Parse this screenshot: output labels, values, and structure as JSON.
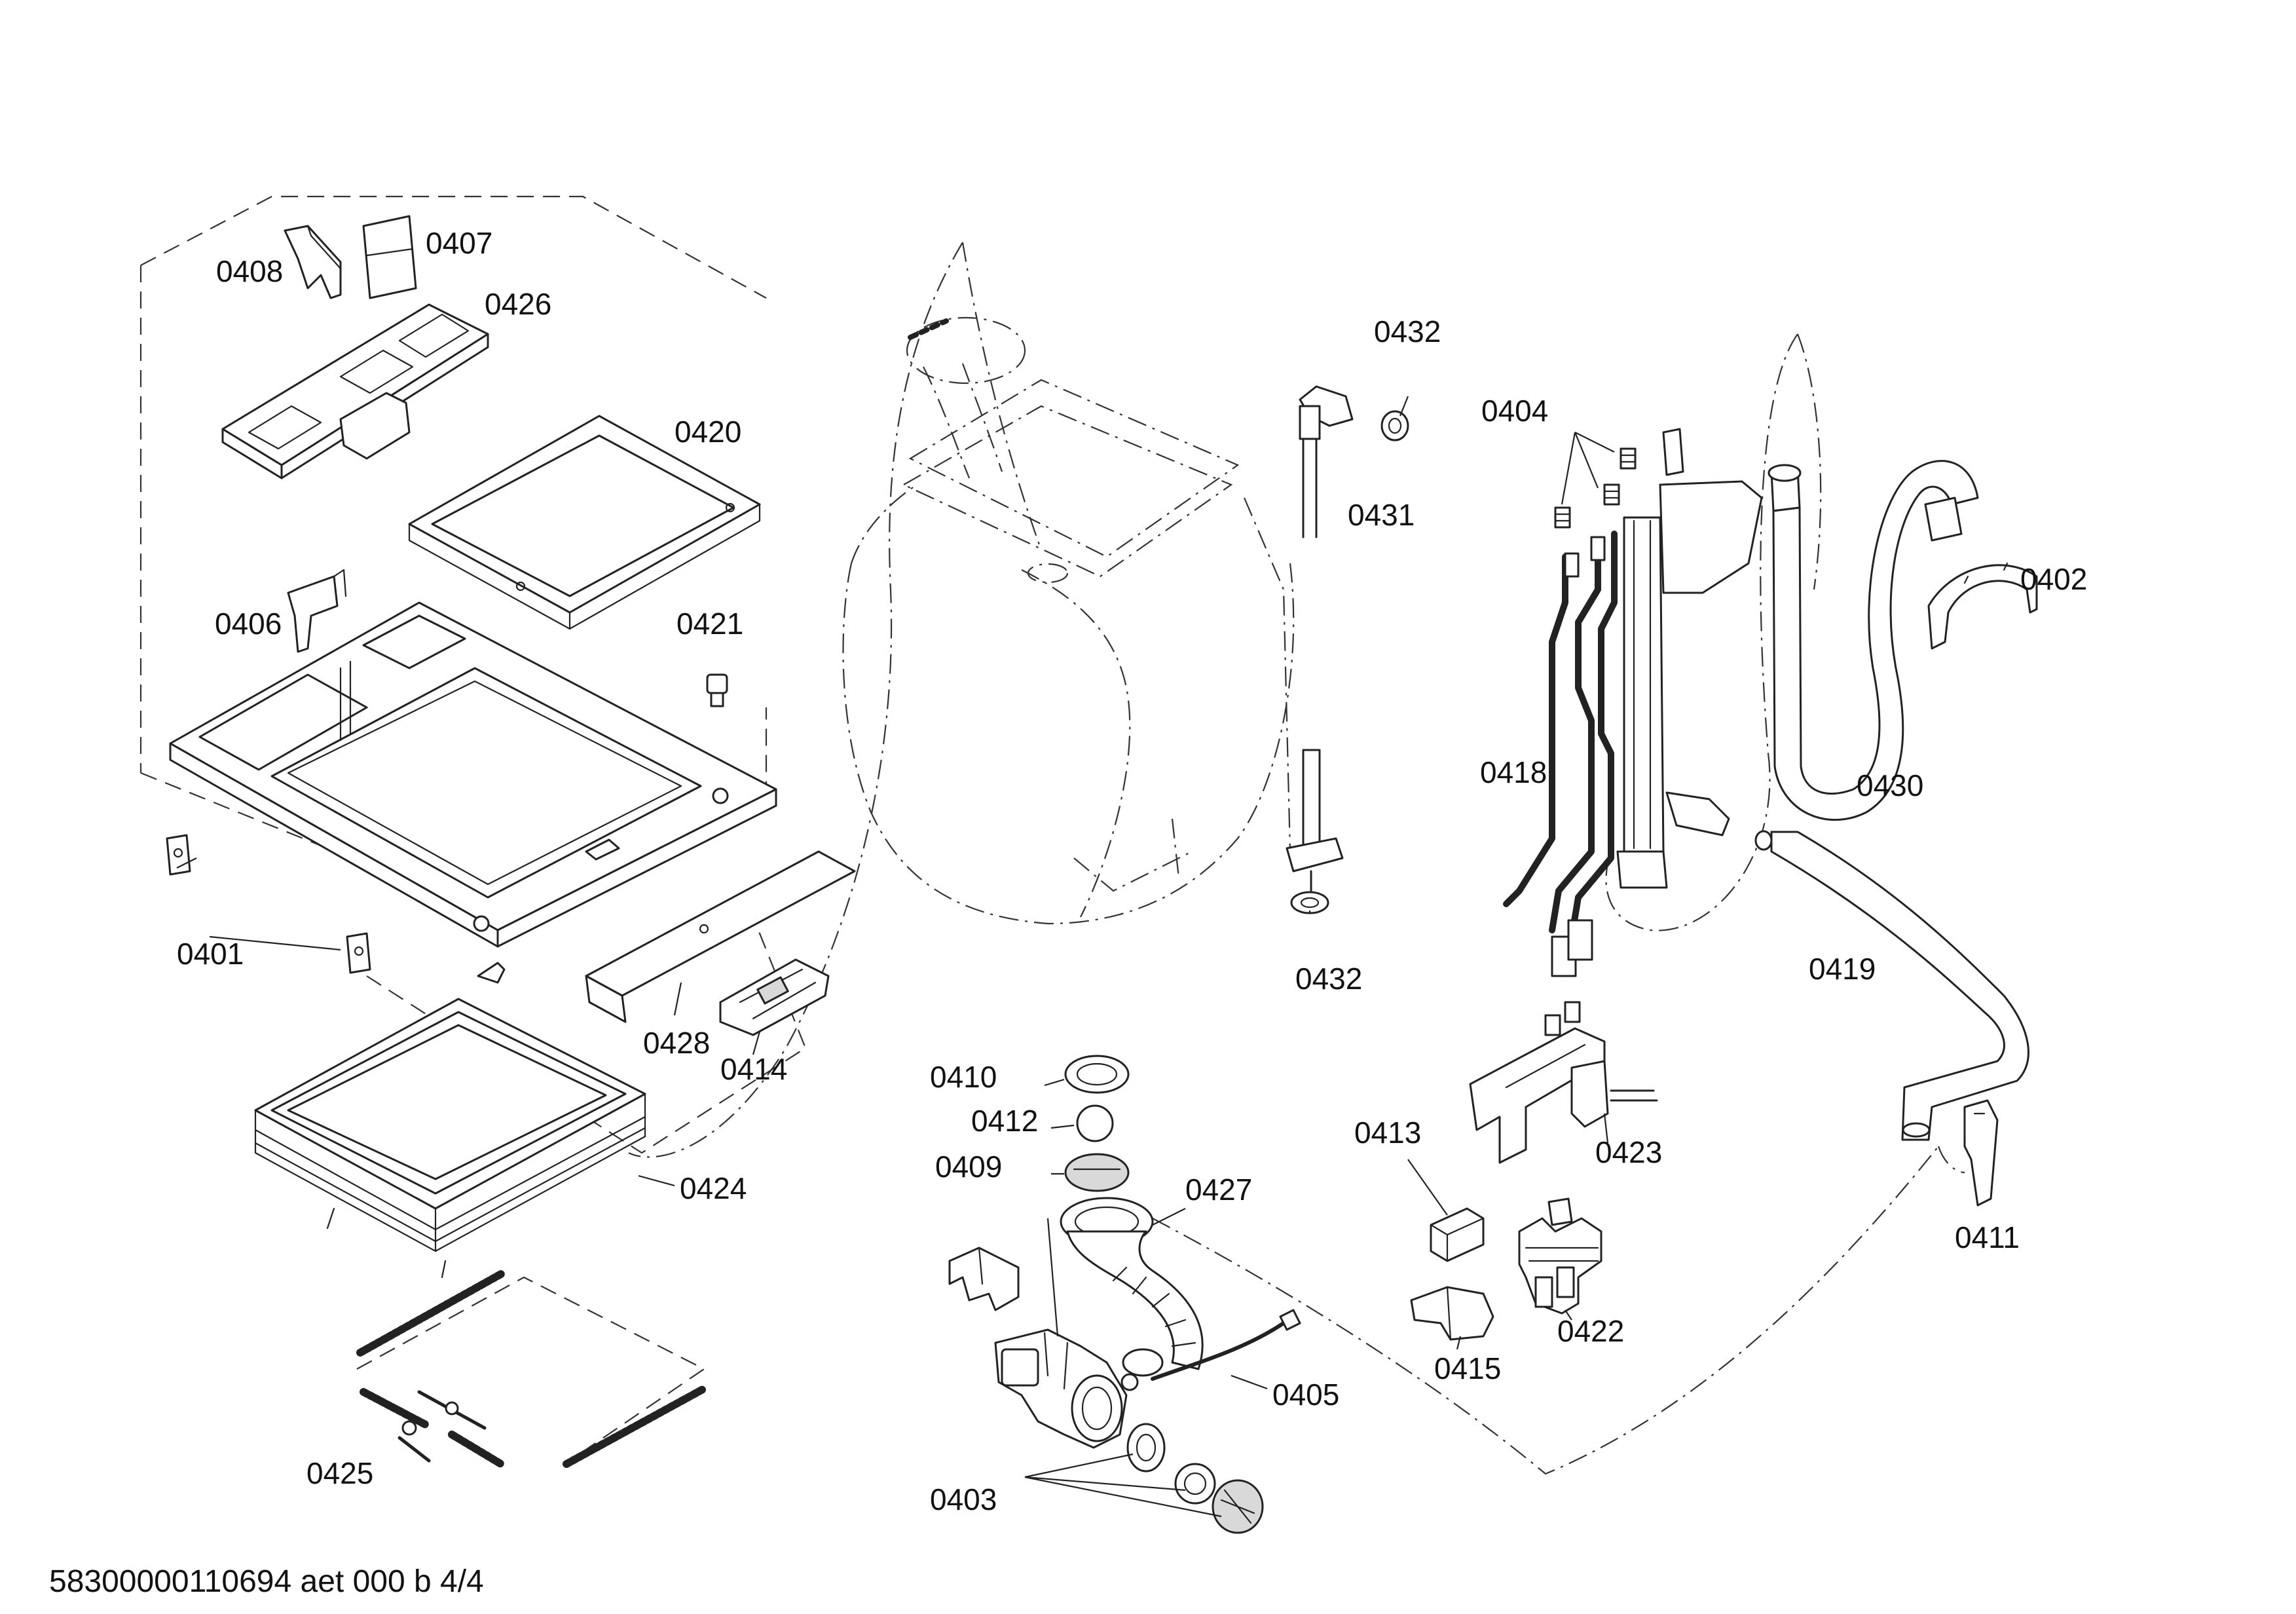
{
  "labels": {
    "p0401": "0401",
    "p0402": "0402",
    "p0403": "0403",
    "p0404": "0404",
    "p0405": "0405",
    "p0406": "0406",
    "p0407": "0407",
    "p0408": "0408",
    "p0409": "0409",
    "p0410": "0410",
    "p0411": "0411",
    "p0412": "0412",
    "p0413": "0413",
    "p0414": "0414",
    "p0415": "0415",
    "p0418": "0418",
    "p0419": "0419",
    "p0420": "0420",
    "p0421": "0421",
    "p0422": "0422",
    "p0423": "0423",
    "p0424": "0424",
    "p0425": "0425",
    "p0426": "0426",
    "p0427": "0427",
    "p0428": "0428",
    "p0430": "0430",
    "p0431": "0431",
    "p0432_top": "0432",
    "p0432_bottom": "0432"
  },
  "footer": {
    "document_id": "58300000110694 aet 000 b 4/4"
  }
}
